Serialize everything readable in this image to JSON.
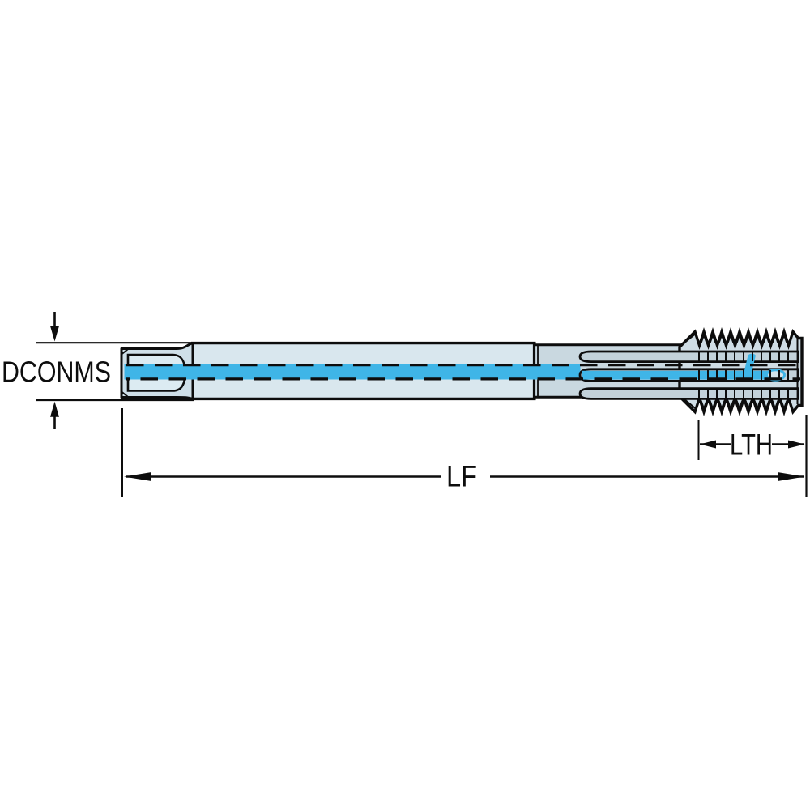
{
  "diagram": {
    "type": "technical-drawing",
    "subject": "machine-tap-with-internal-coolant-channel",
    "dimension_labels": {
      "connection_diameter": "DCONMS",
      "functional_length": "LF",
      "thread_length": "LTH"
    },
    "colors": {
      "background": "#ffffff",
      "outline": "#0d0d0d",
      "coolant": "#3fb5e7",
      "coolant_end_fill": "#d3e3ea",
      "square_outer": "#cfdfe8",
      "square_inner": "#dcebf2",
      "shank": "#d9e7ee",
      "neck": "#c9d8e0",
      "thread": "#cfdde5",
      "flute": "#c3d2da"
    }
  }
}
